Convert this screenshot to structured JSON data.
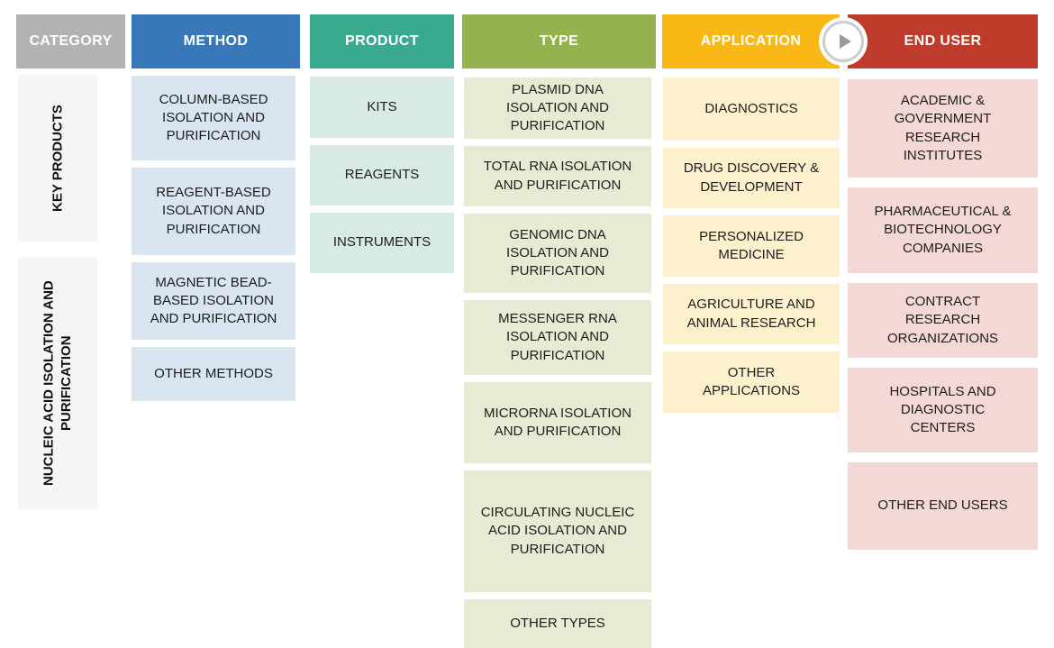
{
  "category": {
    "header": "CATEGORY",
    "items": [
      "KEY PRODUCTS",
      "NUCLEIC ACID ISOLATION AND PURIFICATION"
    ]
  },
  "method": {
    "header": "METHOD",
    "items": [
      "COLUMN-BASED ISOLATION AND PURIFICATION",
      "REAGENT-BASED ISOLATION AND PURIFICATION",
      "MAGNETIC BEAD-BASED ISOLATION AND PURIFICATION",
      "OTHER METHODS"
    ]
  },
  "product": {
    "header": "PRODUCT",
    "items": [
      "KITS",
      "REAGENTS",
      "INSTRUMENTS"
    ]
  },
  "type": {
    "header": "TYPE",
    "items": [
      "PLASMID DNA ISOLATION AND PURIFICATION",
      "TOTAL RNA ISOLATION AND PURIFICATION",
      "GENOMIC DNA ISOLATION AND PURIFICATION",
      "MESSENGER RNA ISOLATION AND PURIFICATION",
      "MICRORNA ISOLATION AND PURIFICATION",
      "CIRCULATING NUCLEIC ACID ISOLATION AND PURIFICATION",
      "OTHER TYPES"
    ]
  },
  "application": {
    "header": "APPLICATION",
    "items": [
      "DIAGNOSTICS",
      "DRUG DISCOVERY & DEVELOPMENT",
      "PERSONALIZED MEDICINE",
      "AGRICULTURE AND ANIMAL RESEARCH",
      "OTHER APPLICATIONS"
    ]
  },
  "end_user": {
    "header": "END USER",
    "items": [
      "ACADEMIC & GOVERNMENT RESEARCH INSTITUTES",
      "PHARMACEUTICAL & BIOTECHNOLOGY COMPANIES",
      "CONTRACT RESEARCH ORGANIZATIONS",
      "HOSPITALS AND DIAGNOSTIC CENTERS",
      "OTHER END USERS"
    ]
  },
  "play_button": {
    "icon": "play-icon"
  },
  "colors": {
    "category_header": "#b2b2b2",
    "category_box": "#f5f5f5",
    "method_header": "#3878b8",
    "method_box": "#d9e5f1",
    "product_header": "#3aaa8f",
    "product_box": "#d7ebe2",
    "type_header": "#94b24d",
    "type_box": "#e6ebd3",
    "application_header": "#f9b816",
    "application_box": "#fdf0cd",
    "end_user_header": "#bf3b2c",
    "end_user_box": "#f4d8d5",
    "header_text": "#ffffff",
    "body_text": "#1d1d1d"
  }
}
